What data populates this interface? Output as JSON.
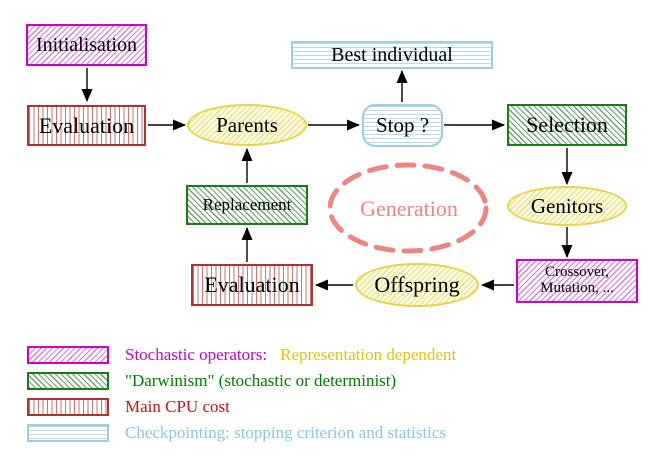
{
  "diagram": {
    "nodes": {
      "initialisation": "Initialisation",
      "evaluation_top": "Evaluation",
      "parents": "Parents",
      "best_individual": "Best individual",
      "stop": "Stop ?",
      "selection": "Selection",
      "genitors": "Genitors",
      "crossover_line1": "Crossover,",
      "crossover_line2": "Mutation, ...",
      "offspring": "Offspring",
      "evaluation_bottom": "Evaluation",
      "replacement": "Replacement",
      "generation": "Generation"
    },
    "flow": [
      "Initialisation -> Evaluation",
      "Evaluation -> Parents",
      "Parents -> Stop ?",
      "Stop ? -> Best individual",
      "Stop ? -> Selection",
      "Selection -> Genitors",
      "Genitors -> Crossover, Mutation, ...",
      "Crossover, Mutation, ... -> Offspring",
      "Offspring -> Evaluation",
      "Evaluation -> Replacement",
      "Replacement -> Parents"
    ]
  },
  "legend": {
    "stochastic_label": "Stochastic operators:",
    "representation_label": "Representation dependent",
    "darwinism_label": "\"Darwinism\" (stochastic or determinist)",
    "cpu_label": "Main CPU cost",
    "checkpointing_label": "Checkpointing: stopping criterion and statistics"
  },
  "colors": {
    "magenta": "#cc00cc",
    "green_border": "#1b7a1b",
    "green_text": "#007d00",
    "red_border": "#b23030",
    "red_text": "#cc1111",
    "cyan": "#9ccfe2",
    "yellow_border": "#e8d34f",
    "gold_text": "#e3c216",
    "salmon": "#ee8585",
    "arrow": "#000000",
    "node_text": "#000000",
    "background": "#ffffff"
  }
}
